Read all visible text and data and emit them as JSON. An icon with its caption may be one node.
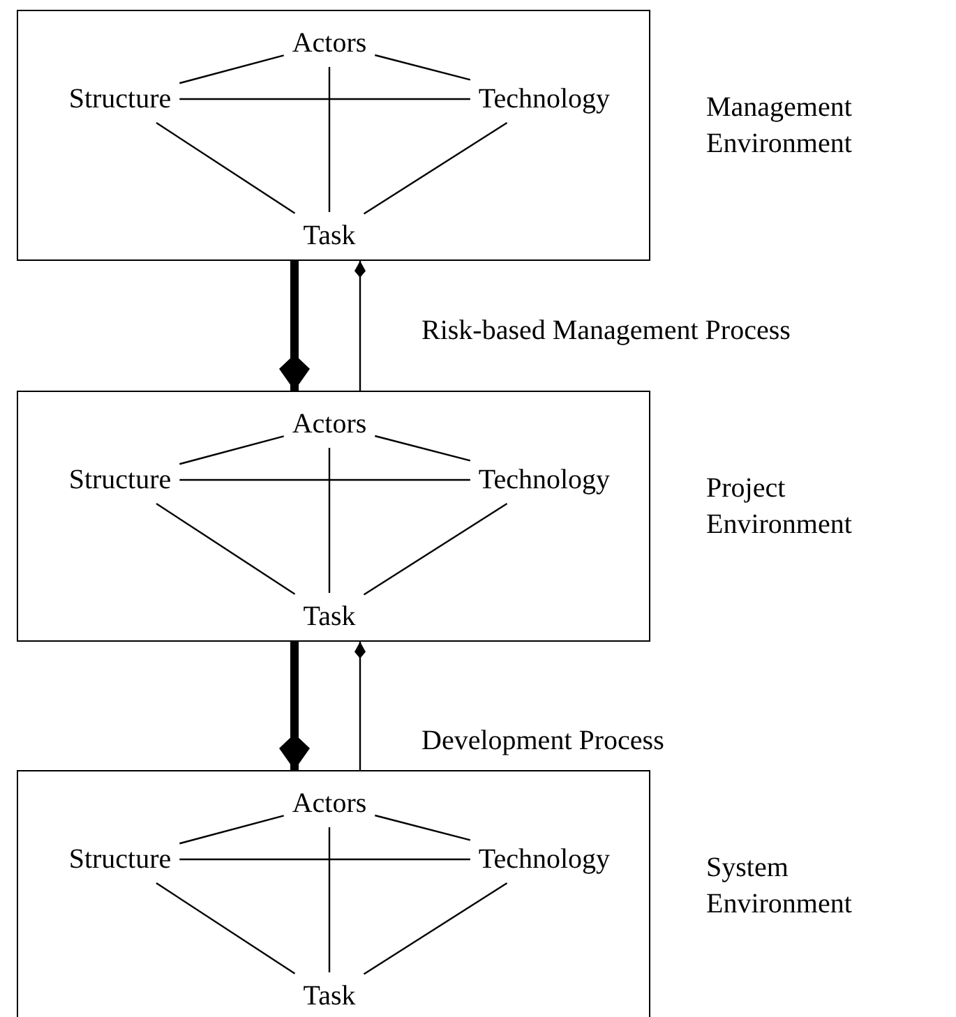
{
  "diagram": {
    "nodes": [
      {
        "text": [],
        "shape": "box",
        "beside": [
          "Management Environment"
        ]
      },
      {
        "text": [
          "Actors"
        ],
        "in": 0
      },
      {
        "text": [
          "Structure"
        ],
        "in": 0
      },
      {
        "text": [
          "Technology"
        ],
        "in": 0
      },
      {
        "text": [
          "Task"
        ],
        "in": 0
      },
      {
        "text": [],
        "shape": "box",
        "beside": [
          "Project Environment"
        ]
      },
      {
        "text": [
          "Actors"
        ],
        "in": 5
      },
      {
        "text": [
          "Structure"
        ],
        "in": 5
      },
      {
        "text": [
          "Technology"
        ],
        "in": 5
      },
      {
        "text": [
          "Task"
        ],
        "in": 5
      },
      {
        "text": [],
        "shape": "box",
        "beside": [
          "System Environment"
        ]
      },
      {
        "text": [
          "Actors"
        ],
        "in": 10
      },
      {
        "text": [
          "Structure"
        ],
        "in": 10
      },
      {
        "text": [
          "Technology"
        ],
        "in": 10
      },
      {
        "text": [
          "Task"
        ],
        "in": 10
      }
    ],
    "edges": [
      {
        "from": 1,
        "to": 2,
        "arrow": "none"
      },
      {
        "from": 1,
        "to": 3,
        "arrow": "none"
      },
      {
        "from": 2,
        "to": 3,
        "arrow": "none"
      },
      {
        "from": 1,
        "to": 4,
        "arrow": "none"
      },
      {
        "from": 2,
        "to": 4,
        "arrow": "none"
      },
      {
        "from": 3,
        "to": 4,
        "arrow": "none"
      },
      {
        "from": 6,
        "to": 7,
        "arrow": "none"
      },
      {
        "from": 6,
        "to": 8,
        "arrow": "none"
      },
      {
        "from": 7,
        "to": 8,
        "arrow": "none"
      },
      {
        "from": 6,
        "to": 9,
        "arrow": "none"
      },
      {
        "from": 7,
        "to": 9,
        "arrow": "none"
      },
      {
        "from": 8,
        "to": 9,
        "arrow": "none"
      },
      {
        "from": 11,
        "to": 12,
        "arrow": "none"
      },
      {
        "from": 11,
        "to": 13,
        "arrow": "none"
      },
      {
        "from": 12,
        "to": 13,
        "arrow": "none"
      },
      {
        "from": 11,
        "to": 14,
        "arrow": "none"
      },
      {
        "from": 12,
        "to": 14,
        "arrow": "none"
      },
      {
        "from": 13,
        "to": 14,
        "arrow": "none"
      },
      {
        "from": 0,
        "to": 5,
        "arrow": "to",
        "style": "thick"
      },
      {
        "from": 5,
        "to": 0,
        "arrow": "to"
      },
      {
        "from": 5,
        "to": 10,
        "arrow": "to",
        "style": "thick"
      },
      {
        "from": 10,
        "to": 5,
        "arrow": "to"
      }
    ],
    "labels": [
      "Risk-based Management Process",
      "Development Process"
    ]
  }
}
